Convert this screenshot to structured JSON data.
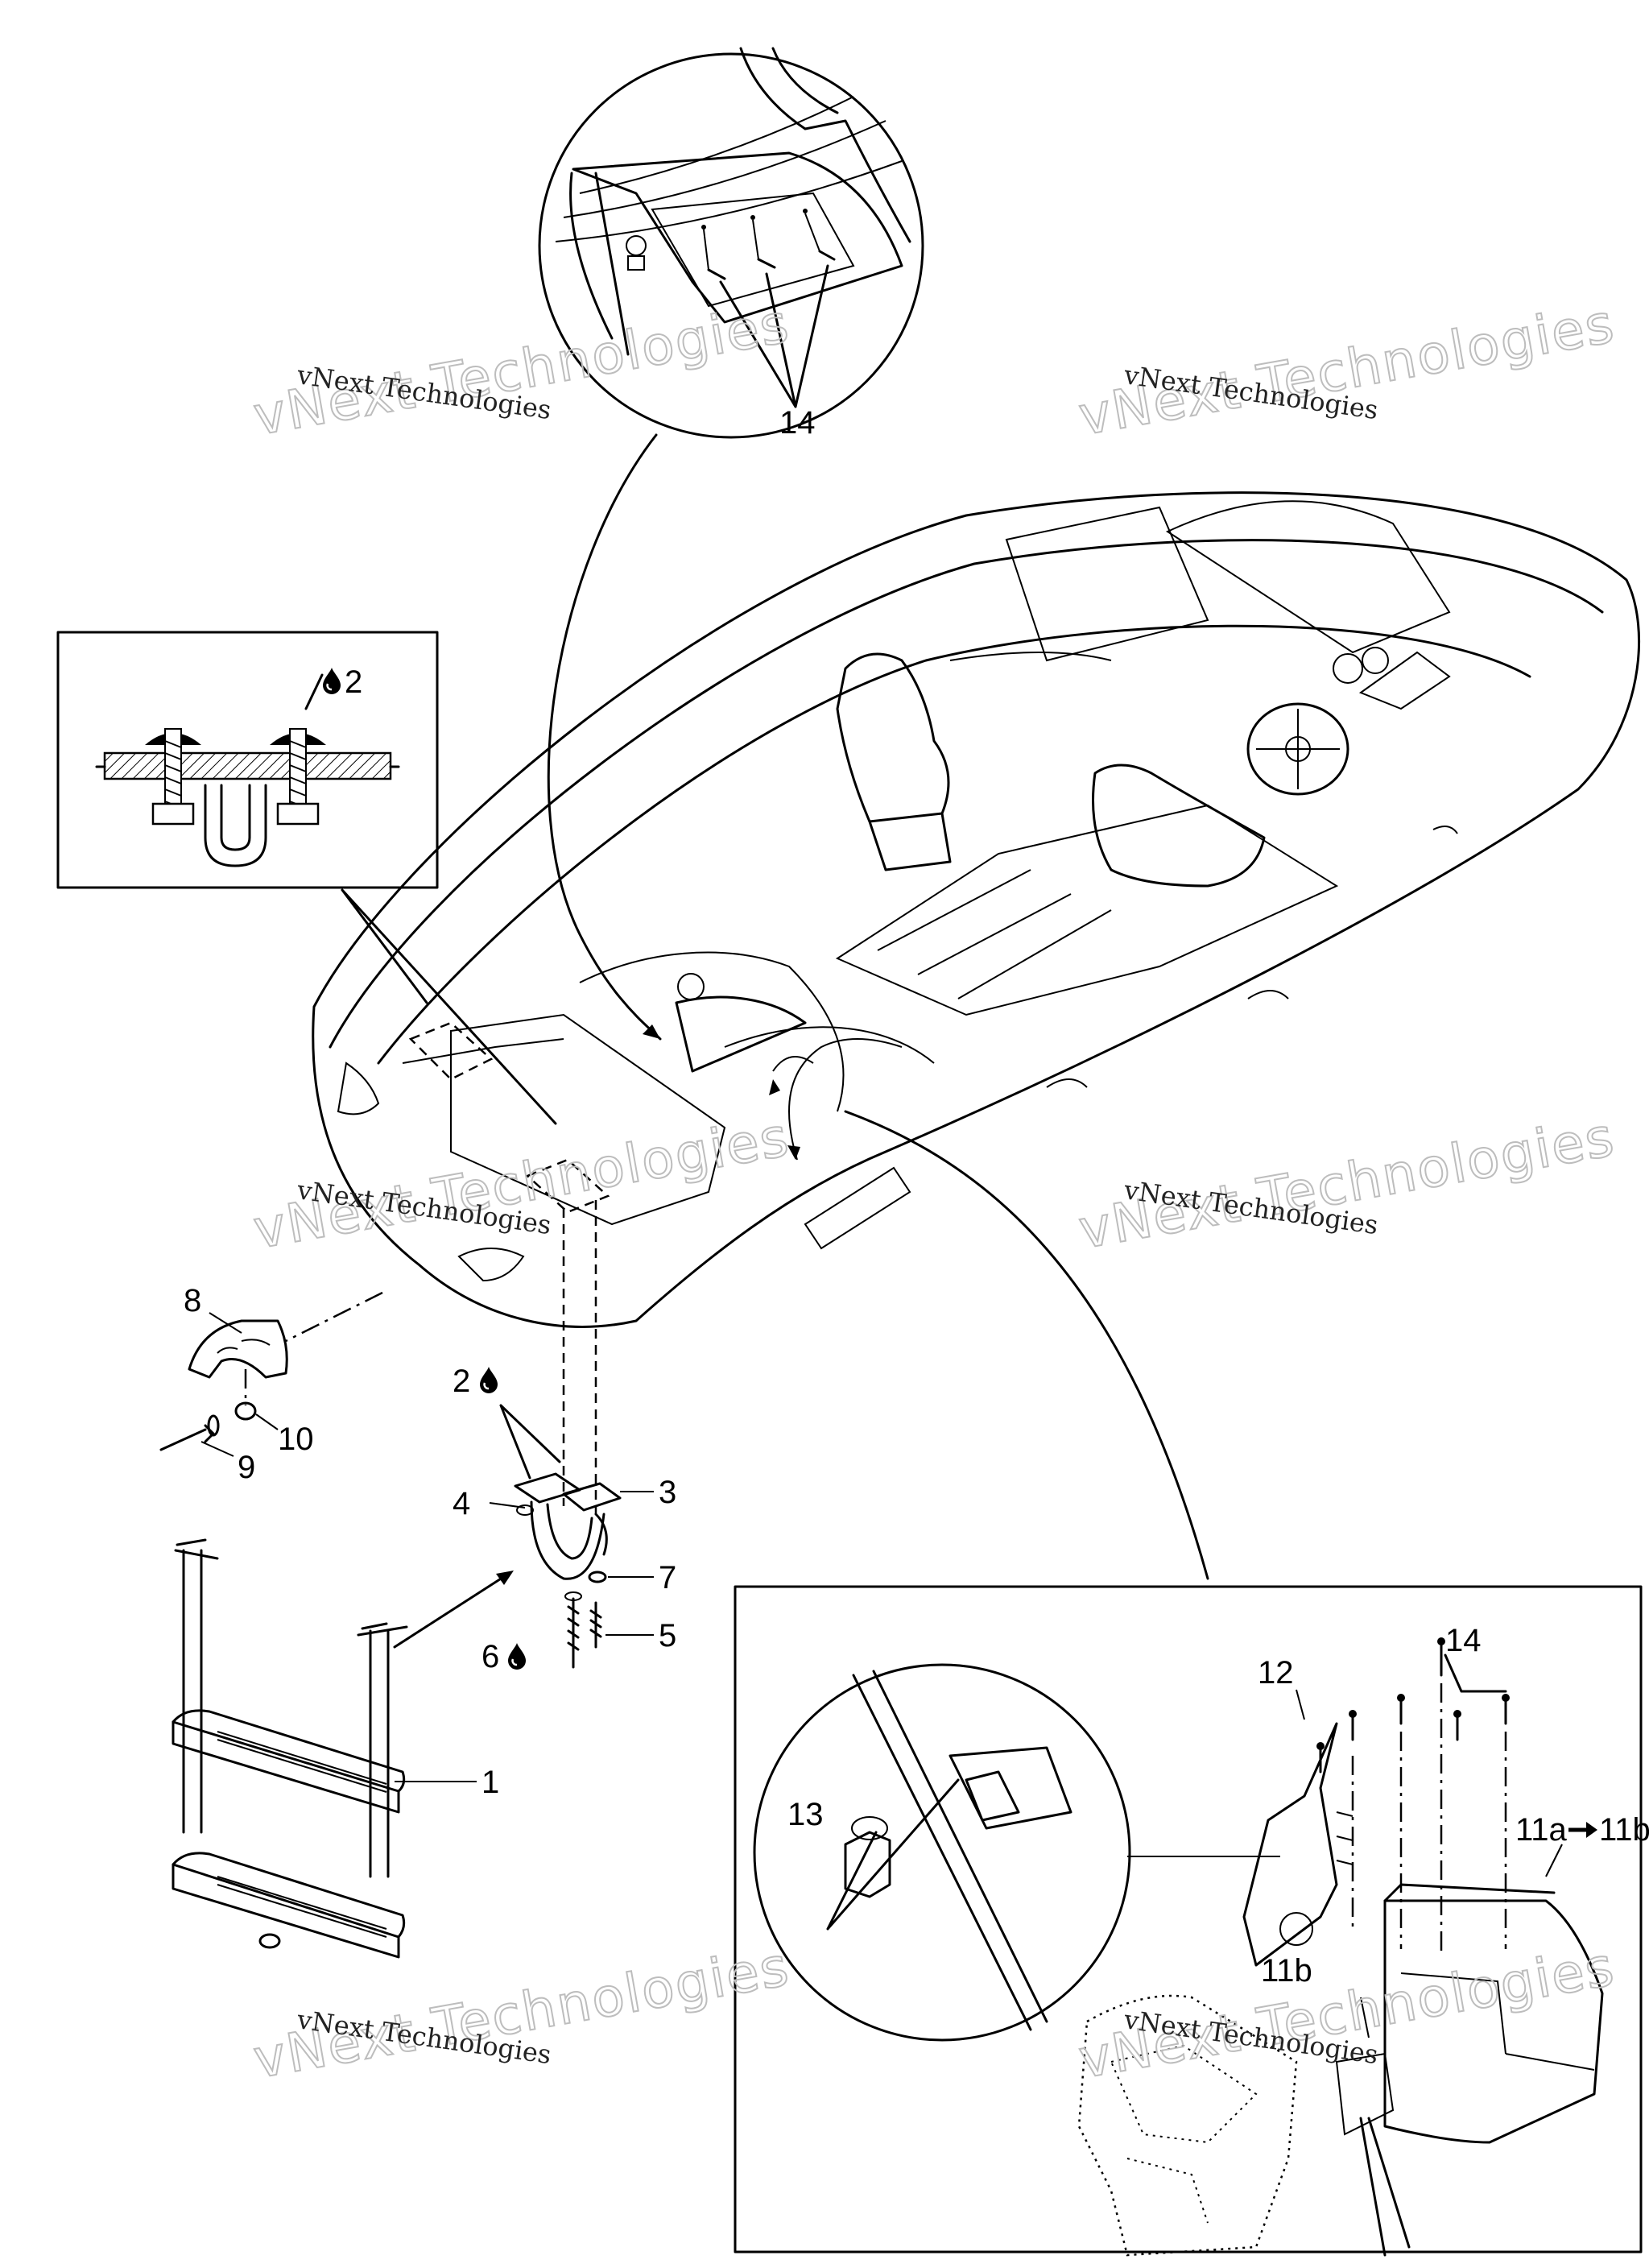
{
  "callouts": {
    "c1": "1",
    "c2a": "2",
    "c2b": "2",
    "c3": "3",
    "c4": "4",
    "c5": "5",
    "c6": "6",
    "c7": "7",
    "c8": "8",
    "c9": "9",
    "c10": "10",
    "c11a": "11a",
    "c11a_to": "11b",
    "c11b": "11b",
    "c12": "12",
    "c13": "13",
    "c14_top": "14",
    "c14_inset": "14"
  },
  "watermark": {
    "small": "vNext Technologies",
    "large": "vNext Technologies"
  },
  "icons": [
    "sealant-drop-icon",
    "arrow-right-icon"
  ]
}
